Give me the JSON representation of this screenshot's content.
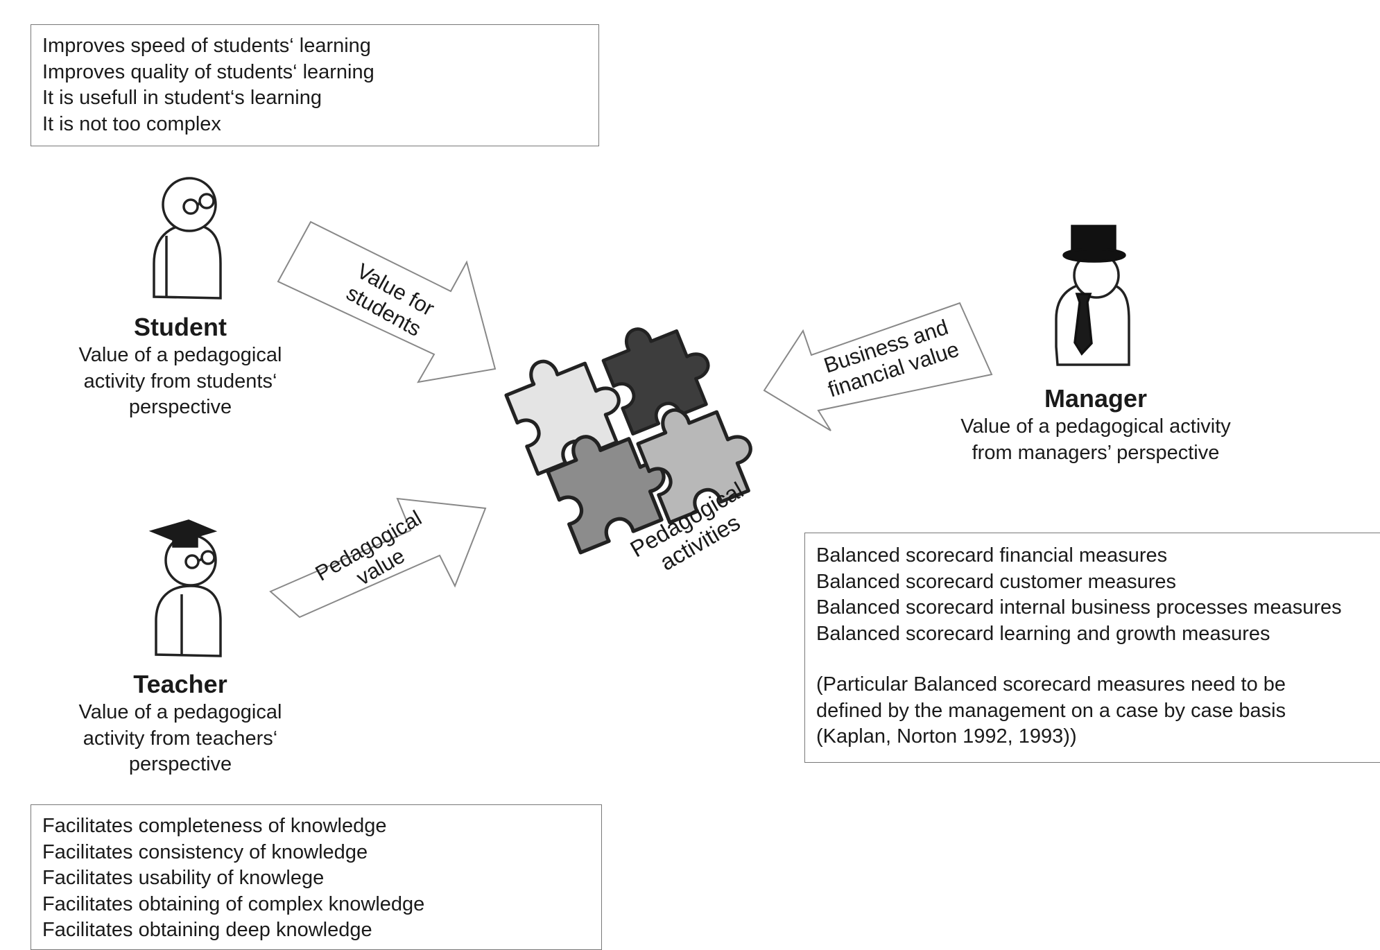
{
  "student_box": {
    "items": [
      "Improves speed of students‘ learning",
      "Improves quality of students‘ learning",
      "It is usefull in student‘s learning",
      "It is not too complex"
    ]
  },
  "teacher_box": {
    "items": [
      "Facilitates completeness of knowledge",
      "Facilitates consistency of knowledge",
      "Facilitates usability of knowlege",
      "Facilitates obtaining of complex knowledge",
      "Facilitates obtaining deep knowledge"
    ]
  },
  "manager_box": {
    "items": [
      "Balanced scorecard financial measures",
      "Balanced scorecard customer measures",
      "Balanced scorecard internal business processes measures",
      "Balanced scorecard learning and growth measures"
    ],
    "note_lines": [
      "(Particular Balanced scorecard measures need to be",
      "defined by the management on a case by case basis",
      "(Kaplan, Norton 1992, 1993))"
    ]
  },
  "student": {
    "name": "Student",
    "desc_lines": [
      "Value of a pedagogical",
      "activity from students‘",
      "perspective"
    ]
  },
  "teacher": {
    "name": "Teacher",
    "desc_lines": [
      "Value of a pedagogical",
      "activity from teachers‘",
      "perspective"
    ]
  },
  "manager": {
    "name": "Manager",
    "desc_lines": [
      "Value of a pedagogical activity",
      "from managers’ perspective"
    ]
  },
  "arrows": {
    "student": [
      "Value for",
      "students"
    ],
    "teacher": [
      "Pedagogical",
      "value"
    ],
    "manager": [
      "Business and",
      "financial value"
    ]
  },
  "center": {
    "caption_lines": [
      "Pedagogical",
      "activities"
    ]
  },
  "colors": {
    "puzzle_light": "#e4e4e4",
    "puzzle_dark": "#3d3d3d",
    "puzzle_mid": "#8c8c8c",
    "puzzle_silver": "#b8b8b8",
    "outline": "#222222"
  }
}
